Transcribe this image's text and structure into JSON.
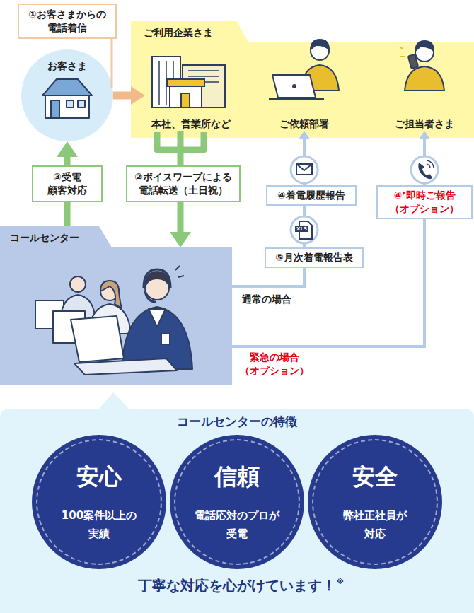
{
  "diagram": {
    "nodes": [
      {
        "text": [
          "①お客さまからの 電話着信"
        ]
      },
      {
        "text": [
          "ご利用企業さま"
        ]
      },
      {
        "text": [
          "本社、営業所など"
        ],
        "in": 1
      },
      {
        "text": [
          "ご依頼部署"
        ],
        "in": 1
      },
      {
        "text": [
          "ご担当者さま"
        ],
        "in": 1
      },
      {
        "text": [
          "お客さま"
        ]
      },
      {
        "text": [
          "コールセンター"
        ]
      },
      {
        "text": [
          "コールセンターの特徴",
          "丁寧な対応を心がけています！"
        ]
      },
      {
        "text": [
          "安心",
          "100案件以上の 実績"
        ],
        "in": 7
      },
      {
        "text": [
          "信頼",
          "電話応対のプロが 受電"
        ],
        "in": 7
      },
      {
        "text": [
          "安全",
          "弊社正社員が 対応"
        ],
        "in": 7
      }
    ],
    "edges": [
      {
        "from": 5,
        "to": 2,
        "arrow": "to"
      },
      {
        "from": 2,
        "to": 6,
        "label": "②ボイスワープによる 電話転送（土日祝）",
        "arrow": "to"
      },
      {
        "from": 6,
        "to": 5,
        "label": "③受電 顧客対応",
        "arrow": "to"
      },
      {
        "from": 6,
        "to": 3,
        "label": "④着電履歴報告",
        "arrow": "to"
      },
      {
        "from": 6,
        "to": 4,
        "label": "④’即時ご報告 （オプション）",
        "arrow": "to"
      }
    ],
    "labels": [
      "⑤月次着電報告表",
      "通常の場合",
      "緊急の場合 （オプション）",
      "XLS",
      "※"
    ]
  }
}
